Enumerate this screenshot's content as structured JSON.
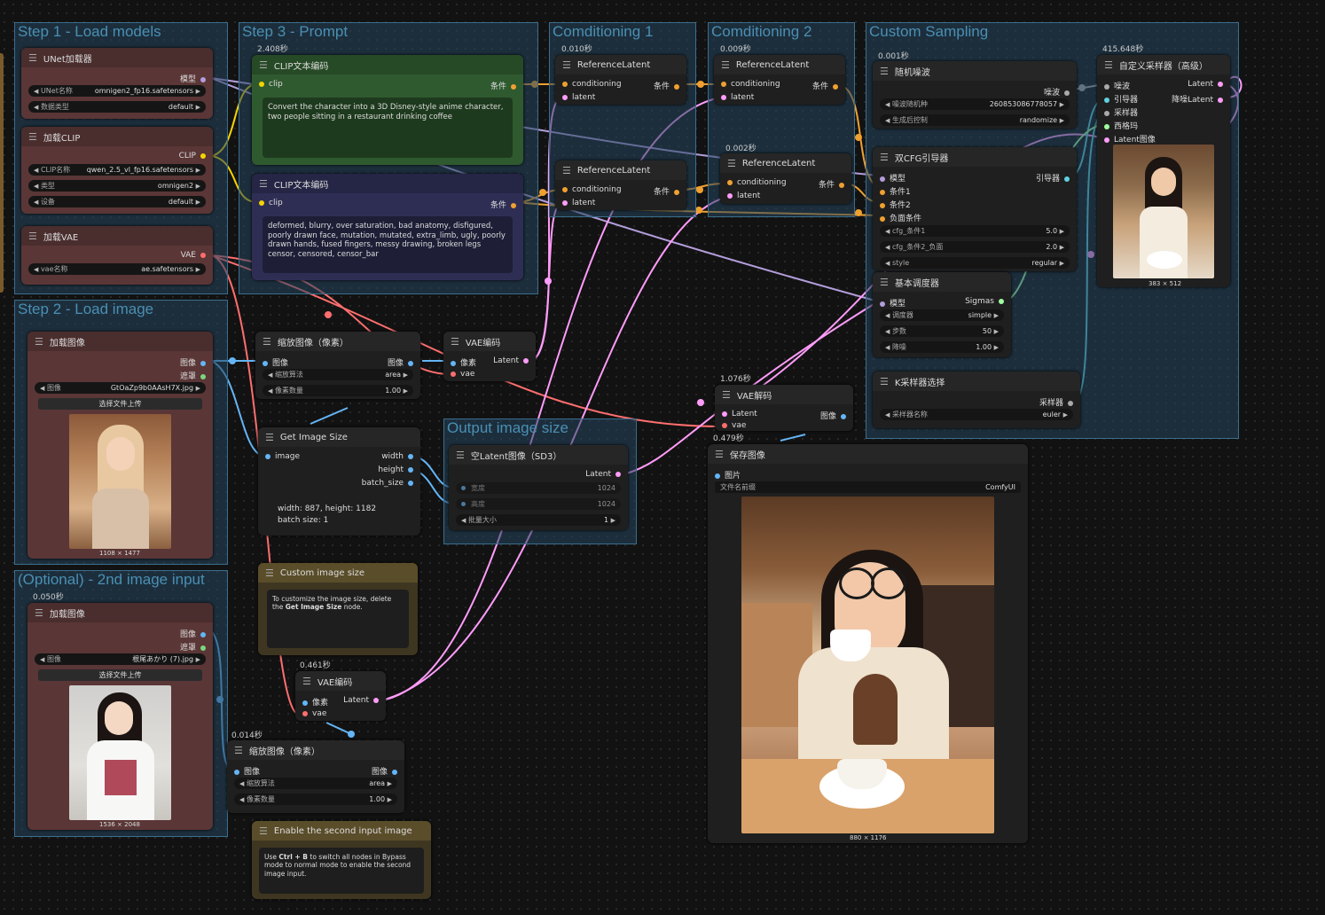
{
  "groups": {
    "step1": "Step 1 - Load models",
    "step3": "Step 3 - Prompt",
    "cond1": "Comditioning 1",
    "cond2": "Comditioning 2",
    "custom": "Custom Sampling",
    "step2": "Step 2 - Load image",
    "optional": "(Optional) - 2nd image input",
    "outsize": "Output image size"
  },
  "timings": {
    "prompt": "2.408秒",
    "cond1": "0.010秒",
    "cond2": "0.009秒",
    "cond2b": "0.002秒",
    "noise": "0.001秒",
    "sampler": "415.648秒",
    "vaedecode": "1.076秒",
    "save": "0.479秒",
    "optional": "0.050秒",
    "vaeencode2": "0.461秒",
    "scale2": "0.014秒"
  },
  "unet": {
    "title": "UNet加载器",
    "out": "模型",
    "w1_label": "UNet名称",
    "w1_value": "omnigen2_fp16.safetensors",
    "w2_label": "数据类型",
    "w2_value": "default"
  },
  "clip": {
    "title": "加载CLIP",
    "out": "CLIP",
    "w1_label": "CLIP名称",
    "w1_value": "qwen_2.5_vl_fp16.safetensors",
    "w2_label": "类型",
    "w2_value": "omnigen2",
    "w3_label": "设备",
    "w3_value": "default"
  },
  "vae": {
    "title": "加载VAE",
    "out": "VAE",
    "w1_label": "vae名称",
    "w1_value": "ae.safetensors"
  },
  "clip_pos": {
    "title": "CLIP文本编码",
    "in": "clip",
    "out": "条件",
    "text": "Convert the character into a 3D Disney-style anime character, two people sitting in a restaurant drinking coffee"
  },
  "clip_neg": {
    "title": "CLIP文本编码",
    "in": "clip",
    "out": "条件",
    "text": "deformed, blurry, over saturation, bad anatomy, disfigured, poorly drawn face, mutation, mutated, extra_limb, ugly, poorly drawn hands, fused fingers, messy drawing, broken legs censor, censored, censor_bar"
  },
  "ref1": {
    "title": "ReferenceLatent",
    "in1": "conditioning",
    "in2": "latent",
    "out": "条件"
  },
  "ref2": {
    "title": "ReferenceLatent",
    "in1": "conditioning",
    "in2": "latent",
    "out": "条件"
  },
  "ref3": {
    "title": "ReferenceLatent",
    "in1": "conditioning",
    "in2": "latent",
    "out": "条件"
  },
  "ref4": {
    "title": "ReferenceLatent",
    "in1": "conditioning",
    "in2": "latent",
    "out": "条件"
  },
  "noise": {
    "title": "随机噪波",
    "out": "噪波",
    "w1_label": "噪波随机种",
    "w1_value": "260853086778057",
    "w2_label": "生成后控制",
    "w2_value": "randomize"
  },
  "dualcfg": {
    "title": "双CFG引导器",
    "in1": "模型",
    "in2": "条件1",
    "in3": "条件2",
    "in4": "负面条件",
    "out": "引导器",
    "w1_label": "cfg_条件1",
    "w1_value": "5.0",
    "w2_label": "cfg_条件2_负面",
    "w2_value": "2.0",
    "w3_label": "style",
    "w3_value": "regular"
  },
  "sched": {
    "title": "基本调度器",
    "in": "模型",
    "out": "Sigmas",
    "w1_label": "调度器",
    "w1_value": "simple",
    "w2_label": "步数",
    "w2_value": "50",
    "w3_label": "降噪",
    "w3_value": "1.00"
  },
  "ksel": {
    "title": "K采样器选择",
    "out": "采样器",
    "w1_label": "采样器名称",
    "w1_value": "euler"
  },
  "csampler": {
    "title": "自定义采样器（高级）",
    "in1": "噪波",
    "in2": "引导器",
    "in3": "采样器",
    "in4": "西格玛",
    "in5": "Latent图像",
    "out1": "Latent",
    "out2": "降噪Latent",
    "caption": "383 × 512"
  },
  "loadimg1": {
    "title": "加载图像",
    "out1": "图像",
    "out2": "遮罩",
    "w1_label": "图像",
    "w1_value": "GtOaZp9b0AAsH7X.jpg",
    "btn": "选择文件上传",
    "caption": "1108 × 1477"
  },
  "scale1": {
    "title": "缩放图像（像素）",
    "in": "图像",
    "out": "图像",
    "w1_label": "缩放算法",
    "w1_value": "area",
    "w2_label": "像素数量",
    "w2_value": "1.00"
  },
  "vaeenc1": {
    "title": "VAE编码",
    "in1": "像素",
    "in2": "vae",
    "out": "Latent"
  },
  "getsize": {
    "title": "Get Image Size",
    "in": "image",
    "out1": "width",
    "out2": "height",
    "out3": "batch_size",
    "line1": "width: 887, height: 1182",
    "line2": "batch size: 1"
  },
  "emptylat": {
    "title": "空Latent图像（SD3）",
    "out": "Latent",
    "w1_label": "宽度",
    "w1_value": "1024",
    "w2_label": "高度",
    "w2_value": "1024",
    "w3_label": "批量大小",
    "w3_value": "1"
  },
  "vaedec": {
    "title": "VAE解码",
    "in1": "Latent",
    "in2": "vae",
    "out": "图像"
  },
  "save": {
    "title": "保存图像",
    "in": "图片",
    "w1_label": "文件名前缀",
    "w1_value": "ComfyUI",
    "caption": "880 × 1176"
  },
  "note1": {
    "title": "Custom image size",
    "text1": "To customize the image size, delete the ",
    "bold": "Get Image Size",
    "text2": " node."
  },
  "loadimg2": {
    "title": "加载图像",
    "out1": "图像",
    "out2": "遮罩",
    "w1_label": "图像",
    "w1_value": "根尾あかり (7).jpg",
    "btn": "选择文件上传",
    "caption": "1536 × 2048"
  },
  "vaeenc2": {
    "title": "VAE编码",
    "in1": "像素",
    "in2": "vae",
    "out": "Latent"
  },
  "scale2": {
    "title": "缩放图像（像素）",
    "in": "图像",
    "out": "图像",
    "w1_label": "缩放算法",
    "w1_value": "area",
    "w2_label": "像素数量",
    "w2_value": "1.00"
  },
  "note2": {
    "title": "Enable the second input image",
    "pre": "Use ",
    "keys": "Ctrl + B",
    "post": " to switch all nodes in Bypass mode to normal mode to enable the second image input."
  },
  "colors": {
    "model": "#b39ddb",
    "clip": "#f5d400",
    "vae": "#ff6e6e",
    "conditioning": "#f0a030",
    "latent": "#ff9cf9",
    "image": "#64b5f6",
    "mask": "#7cd67c",
    "noise": "#dddddd",
    "guider": "#60d0e0",
    "sampler": "#dddddd",
    "sigmas": "#a0ffa0"
  }
}
